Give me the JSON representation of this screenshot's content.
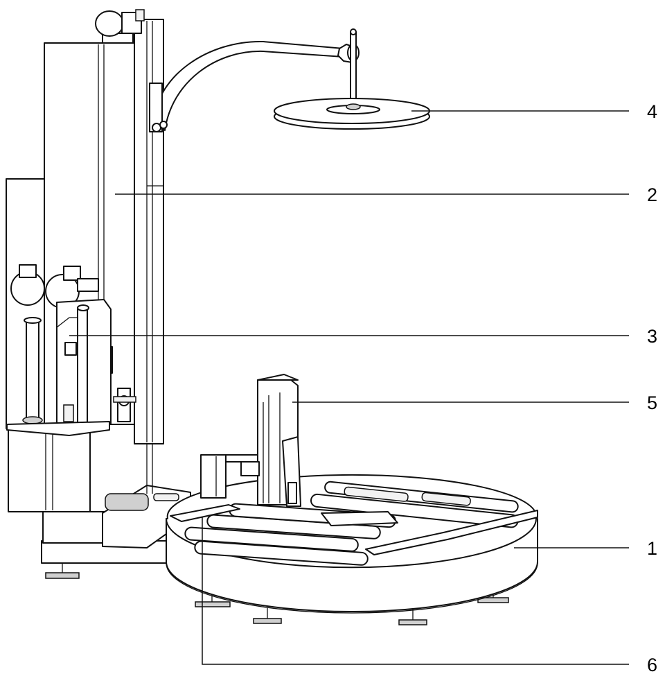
{
  "callouts": [
    {
      "id": "c4",
      "label": "4"
    },
    {
      "id": "c2",
      "label": "2"
    },
    {
      "id": "c3",
      "label": "3"
    },
    {
      "id": "c5",
      "label": "5"
    },
    {
      "id": "c1",
      "label": "1"
    },
    {
      "id": "c6",
      "label": "6"
    }
  ],
  "colors": {
    "line": "#111111",
    "background": "#ffffff"
  }
}
